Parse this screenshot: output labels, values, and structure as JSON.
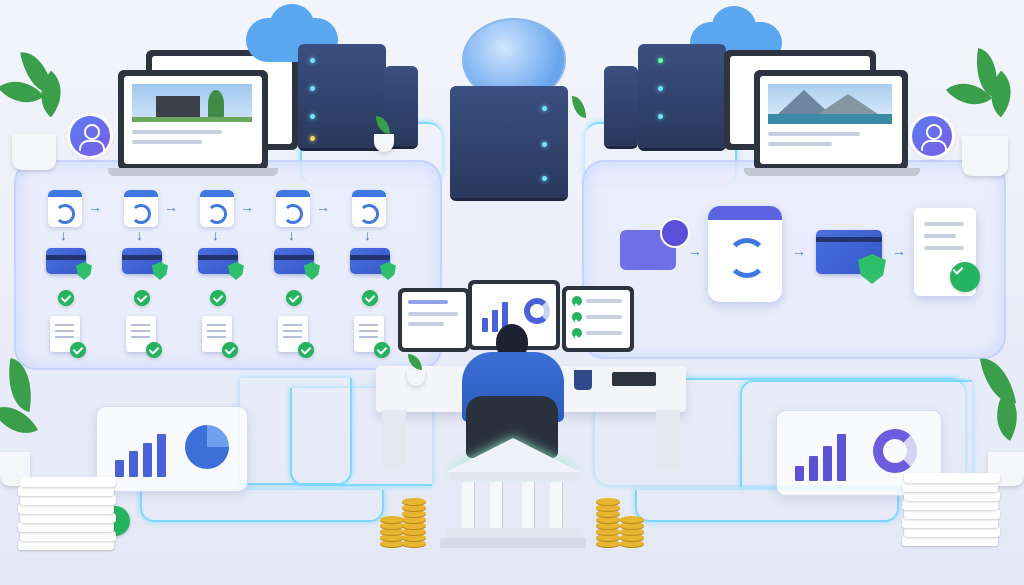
{
  "scene": {
    "type": "illustration",
    "colors": {
      "accent_blue": "#3f78e0",
      "success_green": "#25b35f",
      "glow_cyan": "#7dd7ff",
      "server_navy": "#2a385c",
      "coin_gold": "#e7b52f"
    },
    "left_panel": {
      "step_columns": 5,
      "steps_per_column": [
        "calendar-sync-icon",
        "credit-card-shield-icon",
        "check-icon",
        "document-check-icon"
      ]
    },
    "right_panel": {
      "steps": [
        "envelope-bell-icon",
        "calendar-sync-icon",
        "credit-card-shield-icon",
        "receipt-check-icon"
      ]
    },
    "dashboards": {
      "left_bars": [
        0.35,
        0.55,
        0.7,
        0.9
      ],
      "right_bars": [
        0.3,
        0.5,
        0.7,
        0.95
      ]
    },
    "center": {
      "figure": "person-at-desk",
      "monitors": 3,
      "destination": "bank-icon"
    }
  }
}
